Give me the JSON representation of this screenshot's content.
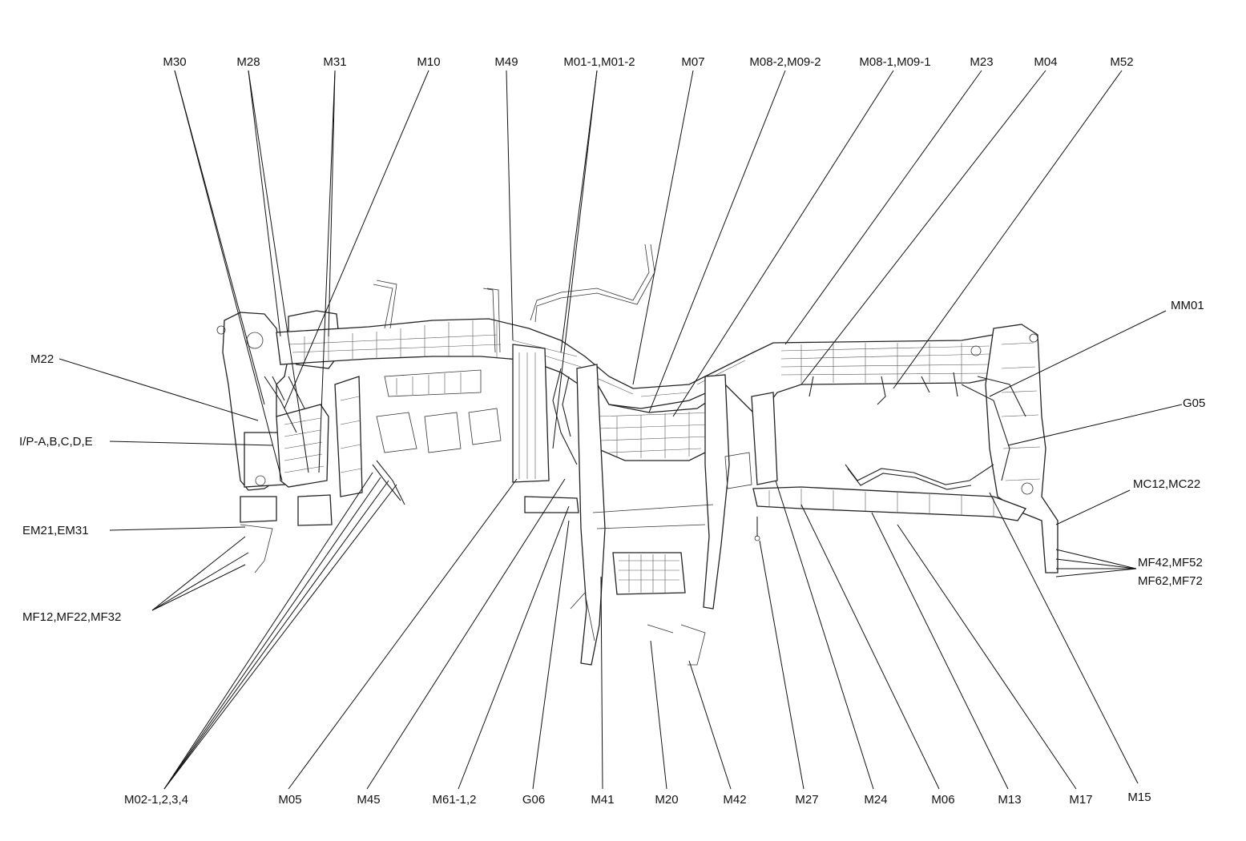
{
  "labels": {
    "top": [
      "M30",
      "M28",
      "M31",
      "M10",
      "M49",
      "M01-1,M01-2",
      "M07",
      "M08-2,M09-2",
      "M08-1,M09-1",
      "M23",
      "M04",
      "M52"
    ],
    "left": [
      "M22",
      "I/P-A,B,C,D,E",
      "EM21,EM31",
      "MF12,MF22,MF32"
    ],
    "right": [
      "MM01",
      "G05",
      "MC12,MC22",
      "MF42,MF52",
      "MF62,MF72"
    ],
    "bottom": [
      "M02-1,2,3,4",
      "M05",
      "M45",
      "M61-1,2",
      "G06",
      "M41",
      "M20",
      "M42",
      "M27",
      "M24",
      "M06",
      "M13",
      "M17",
      "M15"
    ]
  },
  "colors": {
    "line": "#111111",
    "background": "#ffffff"
  }
}
